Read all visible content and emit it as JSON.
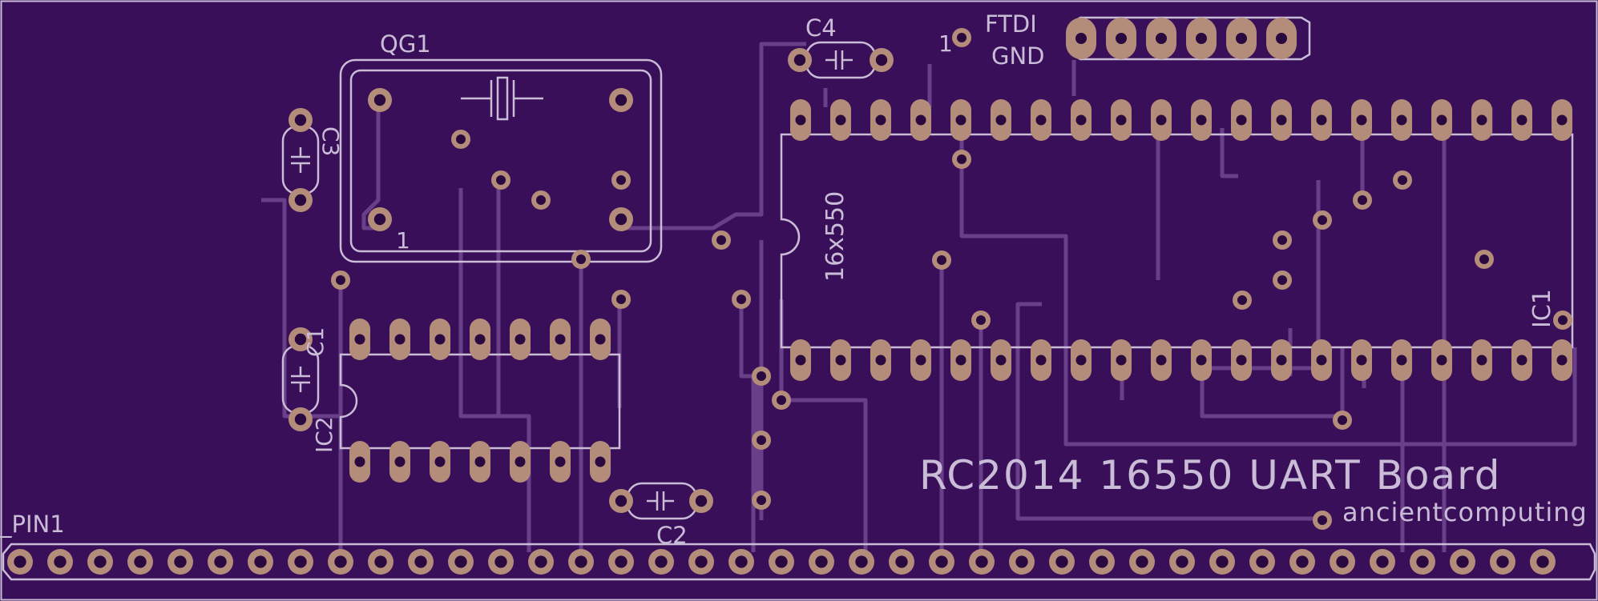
{
  "board": {
    "title": "RC2014 16550 UART Board",
    "credit": "ancientcomputing",
    "colors": {
      "substrate": "#3a0f5a",
      "silk": "#c9bcd6",
      "trace": "#6a3f8a",
      "pad": "#b48c7a",
      "drill": "#2a0840"
    }
  },
  "labels": {
    "qg1": "QG1",
    "qg1_pin1": "1",
    "c1": "C1",
    "c2": "C2",
    "c3": "C3",
    "c4": "C4",
    "ic1": "IC1",
    "ic2": "IC2",
    "chip": "16x550",
    "ftdi": "FTDI",
    "gnd": "GND",
    "ftdi_pin1": "1",
    "bus_pin1": "_PIN1"
  },
  "components": {
    "ic1": {
      "pins": 40,
      "rows": 2
    },
    "ic2": {
      "pins": 14,
      "rows": 2
    },
    "ftdi_header": {
      "pins": 6
    },
    "bus_header": {
      "pins": 39
    }
  }
}
